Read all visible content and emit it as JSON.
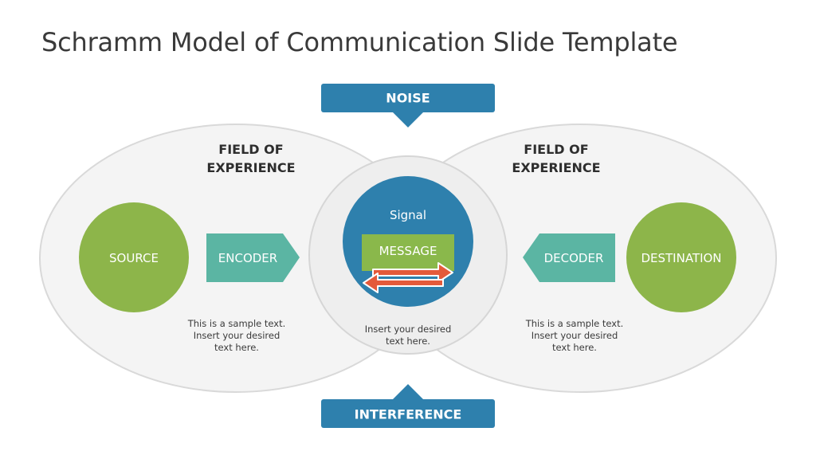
{
  "title": "Schramm Model of Communication Slide Template",
  "noise_label": "NOISE",
  "interference_label": "INTERFERENCE",
  "left_field": {
    "title_line1": "FIELD OF",
    "title_line2": "EXPERIENCE",
    "source_label": "SOURCE",
    "encoder_label": "ENCODER",
    "text_line1": "This is a sample text.",
    "text_line2": "Insert your desired",
    "text_line3": "text here."
  },
  "right_field": {
    "title_line1": "FIELD OF",
    "title_line2": "EXPERIENCE",
    "decoder_label": "DECODER",
    "destination_label": "DESTINATION",
    "text_line1": "This is a sample text.",
    "text_line2": "Insert your desired",
    "text_line3": "text here."
  },
  "center": {
    "signal_label": "Signal",
    "message_label": "MESSAGE",
    "text_line1": "Insert your desired",
    "text_line2": "text here."
  },
  "colors": {
    "banner_blue": "#2e80ad",
    "green": "#8db54a",
    "teal": "#5bb5a3",
    "message_green": "#8ab84b",
    "arrow_orange": "#e45a3a",
    "ellipse_fill": "#f2f2f2",
    "ellipse_stroke": "#dadada"
  }
}
